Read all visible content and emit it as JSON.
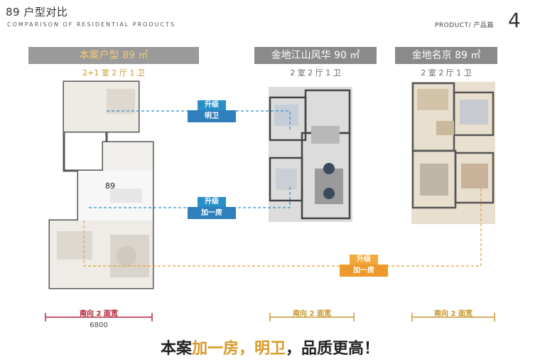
{
  "header": {
    "title": "89 户型对比",
    "subtitle": "COMPARISON OF RESIDENTIAL PRODUCTS",
    "section": "PRODUCT/ 产品篇",
    "page_number": "4"
  },
  "plans": [
    {
      "title": "本案户型 89 ㎡",
      "subtitle": "2+1 室 2 厅 1 卫",
      "direction": "南向 2 面宽",
      "width": "6800"
    },
    {
      "title": "金地江山风华 90 ㎡",
      "subtitle": "2 室 2 厅 1 卫",
      "direction": "南向 2 面宽"
    },
    {
      "title": "金地名京 89 ㎡",
      "subtitle": "2 室 2 厅 1 卫",
      "direction": "南向 2 面宽"
    }
  ],
  "plan_labels": {
    "area": "89"
  },
  "tags": [
    {
      "top": "升级",
      "bottom": "明卫"
    },
    {
      "top": "升级",
      "bottom": "加一房"
    },
    {
      "top": "升级",
      "bottom": "加一房"
    }
  ],
  "slogan": {
    "part1": "本案",
    "part2": "加一房，明卫",
    "part3": "，品质更高！"
  },
  "colors": {
    "blue": "#2a8fc9",
    "orange": "#eb9a2b",
    "gold": "#c8962e"
  }
}
